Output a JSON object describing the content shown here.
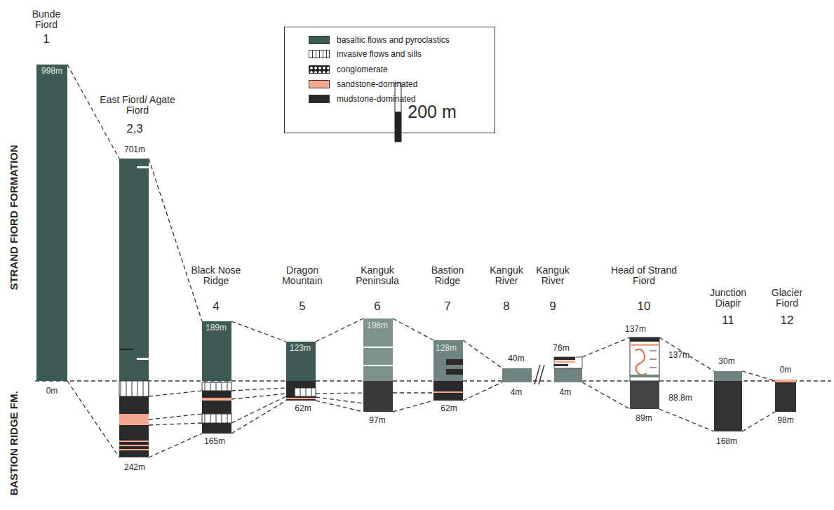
{
  "diagram": {
    "labels": [
      "STRAND FIORD FORMATION",
      "BASTION RIDGE FM.",
      "Bunde Fiord",
      "1",
      "998m",
      "0m",
      "East Fiord/ Agate Fiord",
      "2,3",
      "701m",
      "242m",
      "Black Nose Ridge",
      "4",
      "189m",
      "165m",
      "Dragon Mountain",
      "5",
      "123m",
      "62m",
      "Kanguk Peninsula",
      "6",
      "196m",
      "97m",
      "Bastion Ridge",
      "7",
      "128m",
      "62m",
      "Kanguk River",
      "8",
      "40m",
      "4m",
      "Kanguk River",
      "9",
      "76m",
      "4m",
      "Head of Strand Fiord",
      "10",
      "137m",
      "137m",
      "88.8m",
      "89m",
      "Junction Diapir",
      "11",
      "30m",
      "168m",
      "Glacier Fiord",
      "12",
      "0m",
      "98m",
      "200 m"
    ],
    "legend": [
      {
        "text": "basaltic flows and pyroclastics",
        "color": "#3e5a55"
      },
      {
        "text": "invasive flows and sills"
      },
      {
        "text": "conglomerate"
      },
      {
        "text": "sandstone-dominated",
        "color": "#f4a98e"
      },
      {
        "text": "mudstone-dominated",
        "color": "#2a2a2a"
      }
    ]
  }
}
